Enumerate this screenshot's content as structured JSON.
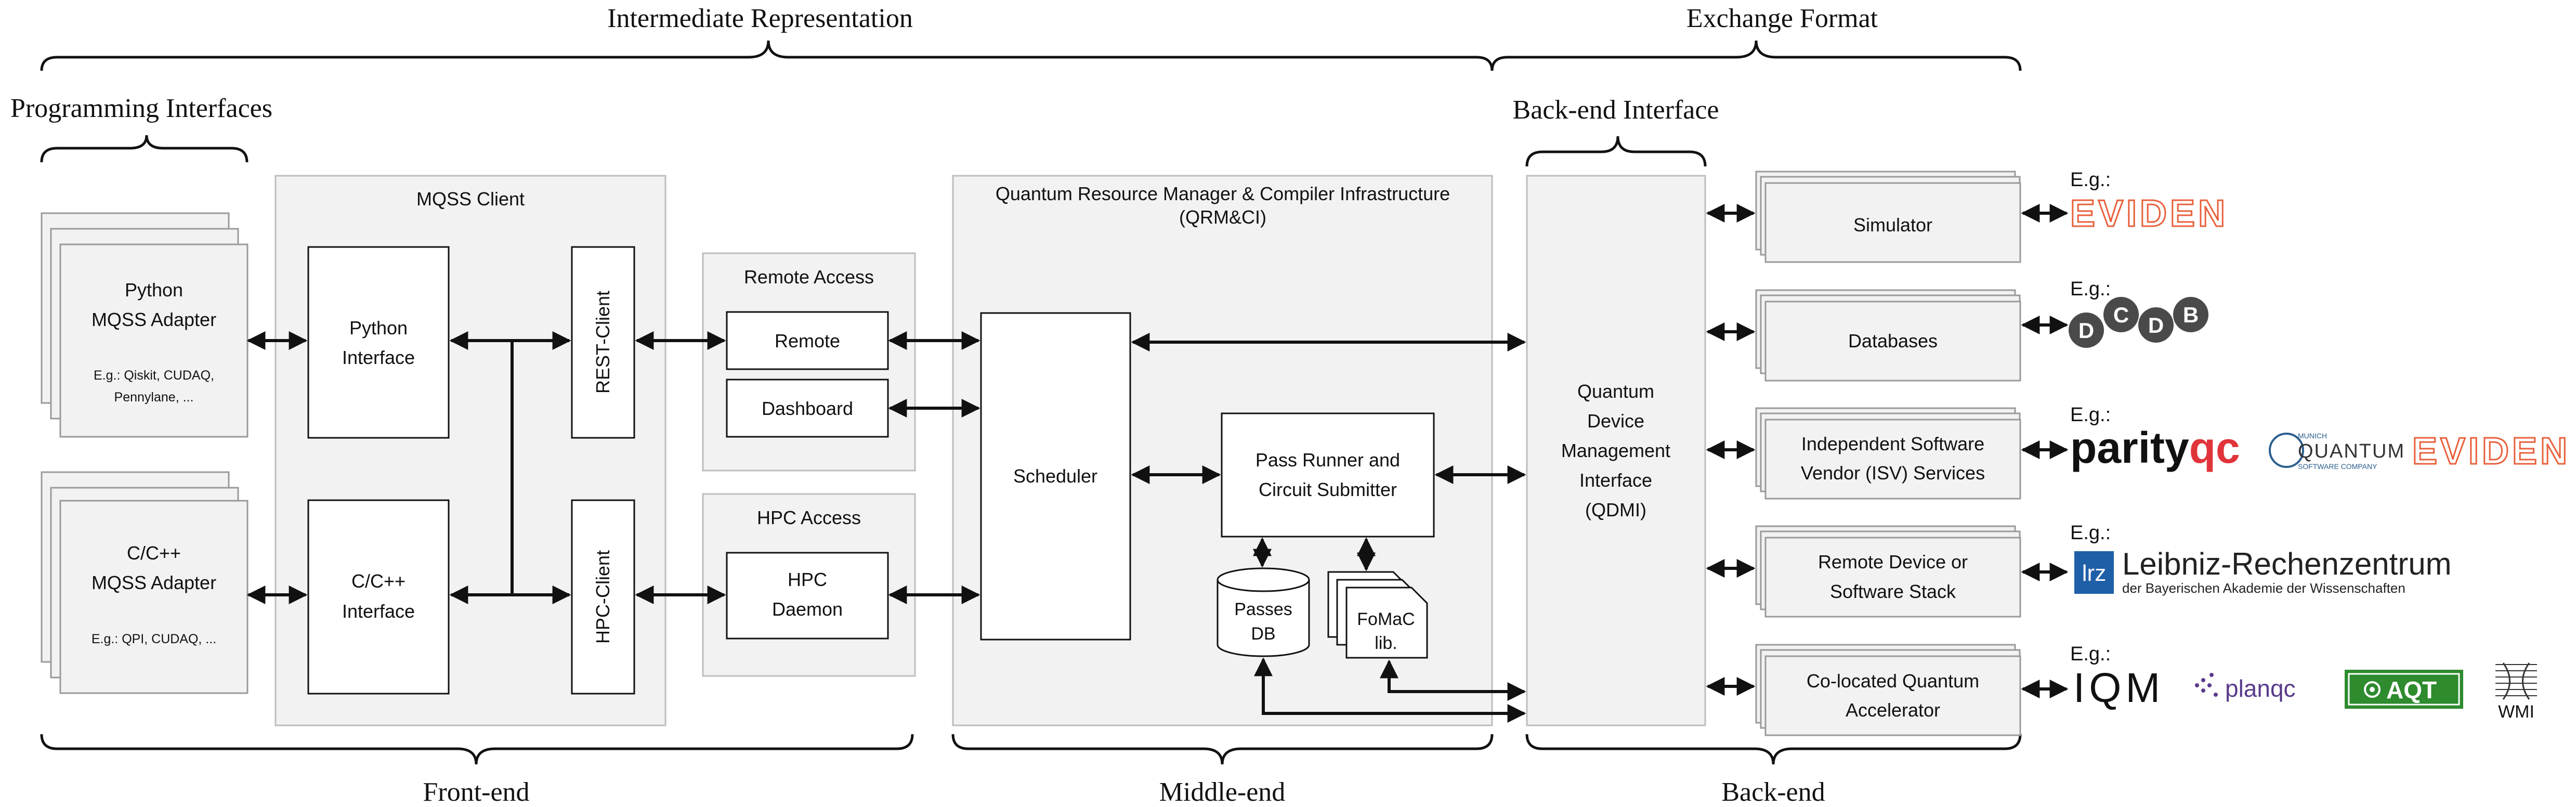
{
  "top_labels": {
    "intermediate_representation": "Intermediate Representation",
    "exchange_format": "Exchange Format",
    "programming_interfaces": "Programming Interfaces",
    "backend_interface": "Back-end Interface"
  },
  "bottom_labels": {
    "frontend": "Front-end",
    "middleend": "Middle-end",
    "backend": "Back-end"
  },
  "adapters": {
    "python": {
      "line1": "Python",
      "line2": "MQSS Adapter",
      "eg1": "E.g.: Qiskit, CUDAQ,",
      "eg2": "Pennylane, ..."
    },
    "c": {
      "line1": "C/C++",
      "line2": "MQSS Adapter",
      "eg1": "E.g.: QPI, CUDAQ, ..."
    }
  },
  "client": {
    "title": "MQSS Client",
    "python_interface": {
      "line1": "Python",
      "line2": "Interface"
    },
    "c_interface": {
      "line1": "C/C++",
      "line2": "Interface"
    },
    "rest_client": "REST-Client",
    "hpc_client": "HPC-Client"
  },
  "remote_access": {
    "title": "Remote Access",
    "remote": "Remote",
    "dashboard": "Dashboard"
  },
  "hpc_access": {
    "title": "HPC Access",
    "daemon_line1": "HPC",
    "daemon_line2": "Daemon"
  },
  "qrm": {
    "title_line1": "Quantum Resource Manager & Compiler Infrastructure",
    "title_line2": "(QRM&CI)",
    "scheduler": "Scheduler",
    "pass_runner_line1": "Pass Runner and",
    "pass_runner_line2": "Circuit Submitter",
    "passes_db_line1": "Passes",
    "passes_db_line2": "DB",
    "fomac_line1": "FoMaC",
    "fomac_line2": "lib."
  },
  "qdmi": {
    "line1": "Quantum",
    "line2": "Device",
    "line3": "Management",
    "line4": "Interface",
    "line5": "(QDMI)"
  },
  "backends": [
    {
      "line1": "Simulator",
      "line2": ""
    },
    {
      "line1": "Databases",
      "line2": ""
    },
    {
      "line1": "Independent Software",
      "line2": "Vendor (ISV) Services"
    },
    {
      "line1": "Remote Device or",
      "line2": "Software Stack"
    },
    {
      "line1": "Co-located Quantum",
      "line2": "Accelerator"
    }
  ],
  "eg_label": "E.g.:",
  "logos": {
    "eviden": "EVIDEN",
    "dcdb": [
      "D",
      "C",
      "D",
      "B"
    ],
    "parityqc_a": "parity",
    "parityqc_b": "qc",
    "munich_quantum_small": "MUNICH",
    "munich_quantum_main": "QUANTUM",
    "munich_quantum_sub": "SOFTWARE COMPANY",
    "lrz_badge": "lrz",
    "lrz_line1": "Leibniz-Rechenzentrum",
    "lrz_line2": "der Bayerischen Akademie der Wissenschaften",
    "iqm": "IQM",
    "planqc": "planqc",
    "aqt": "AQT",
    "wmi": "WMI"
  },
  "colors": {
    "panel": "#f2f2f2",
    "eviden": "#e8603c",
    "parity_qc": "#e0343a",
    "aqt_green": "#2e8b2e",
    "planqc": "#5a3a8a",
    "dcdb": "#4a4a4a",
    "lrz_blue": "#1f5fa8"
  }
}
